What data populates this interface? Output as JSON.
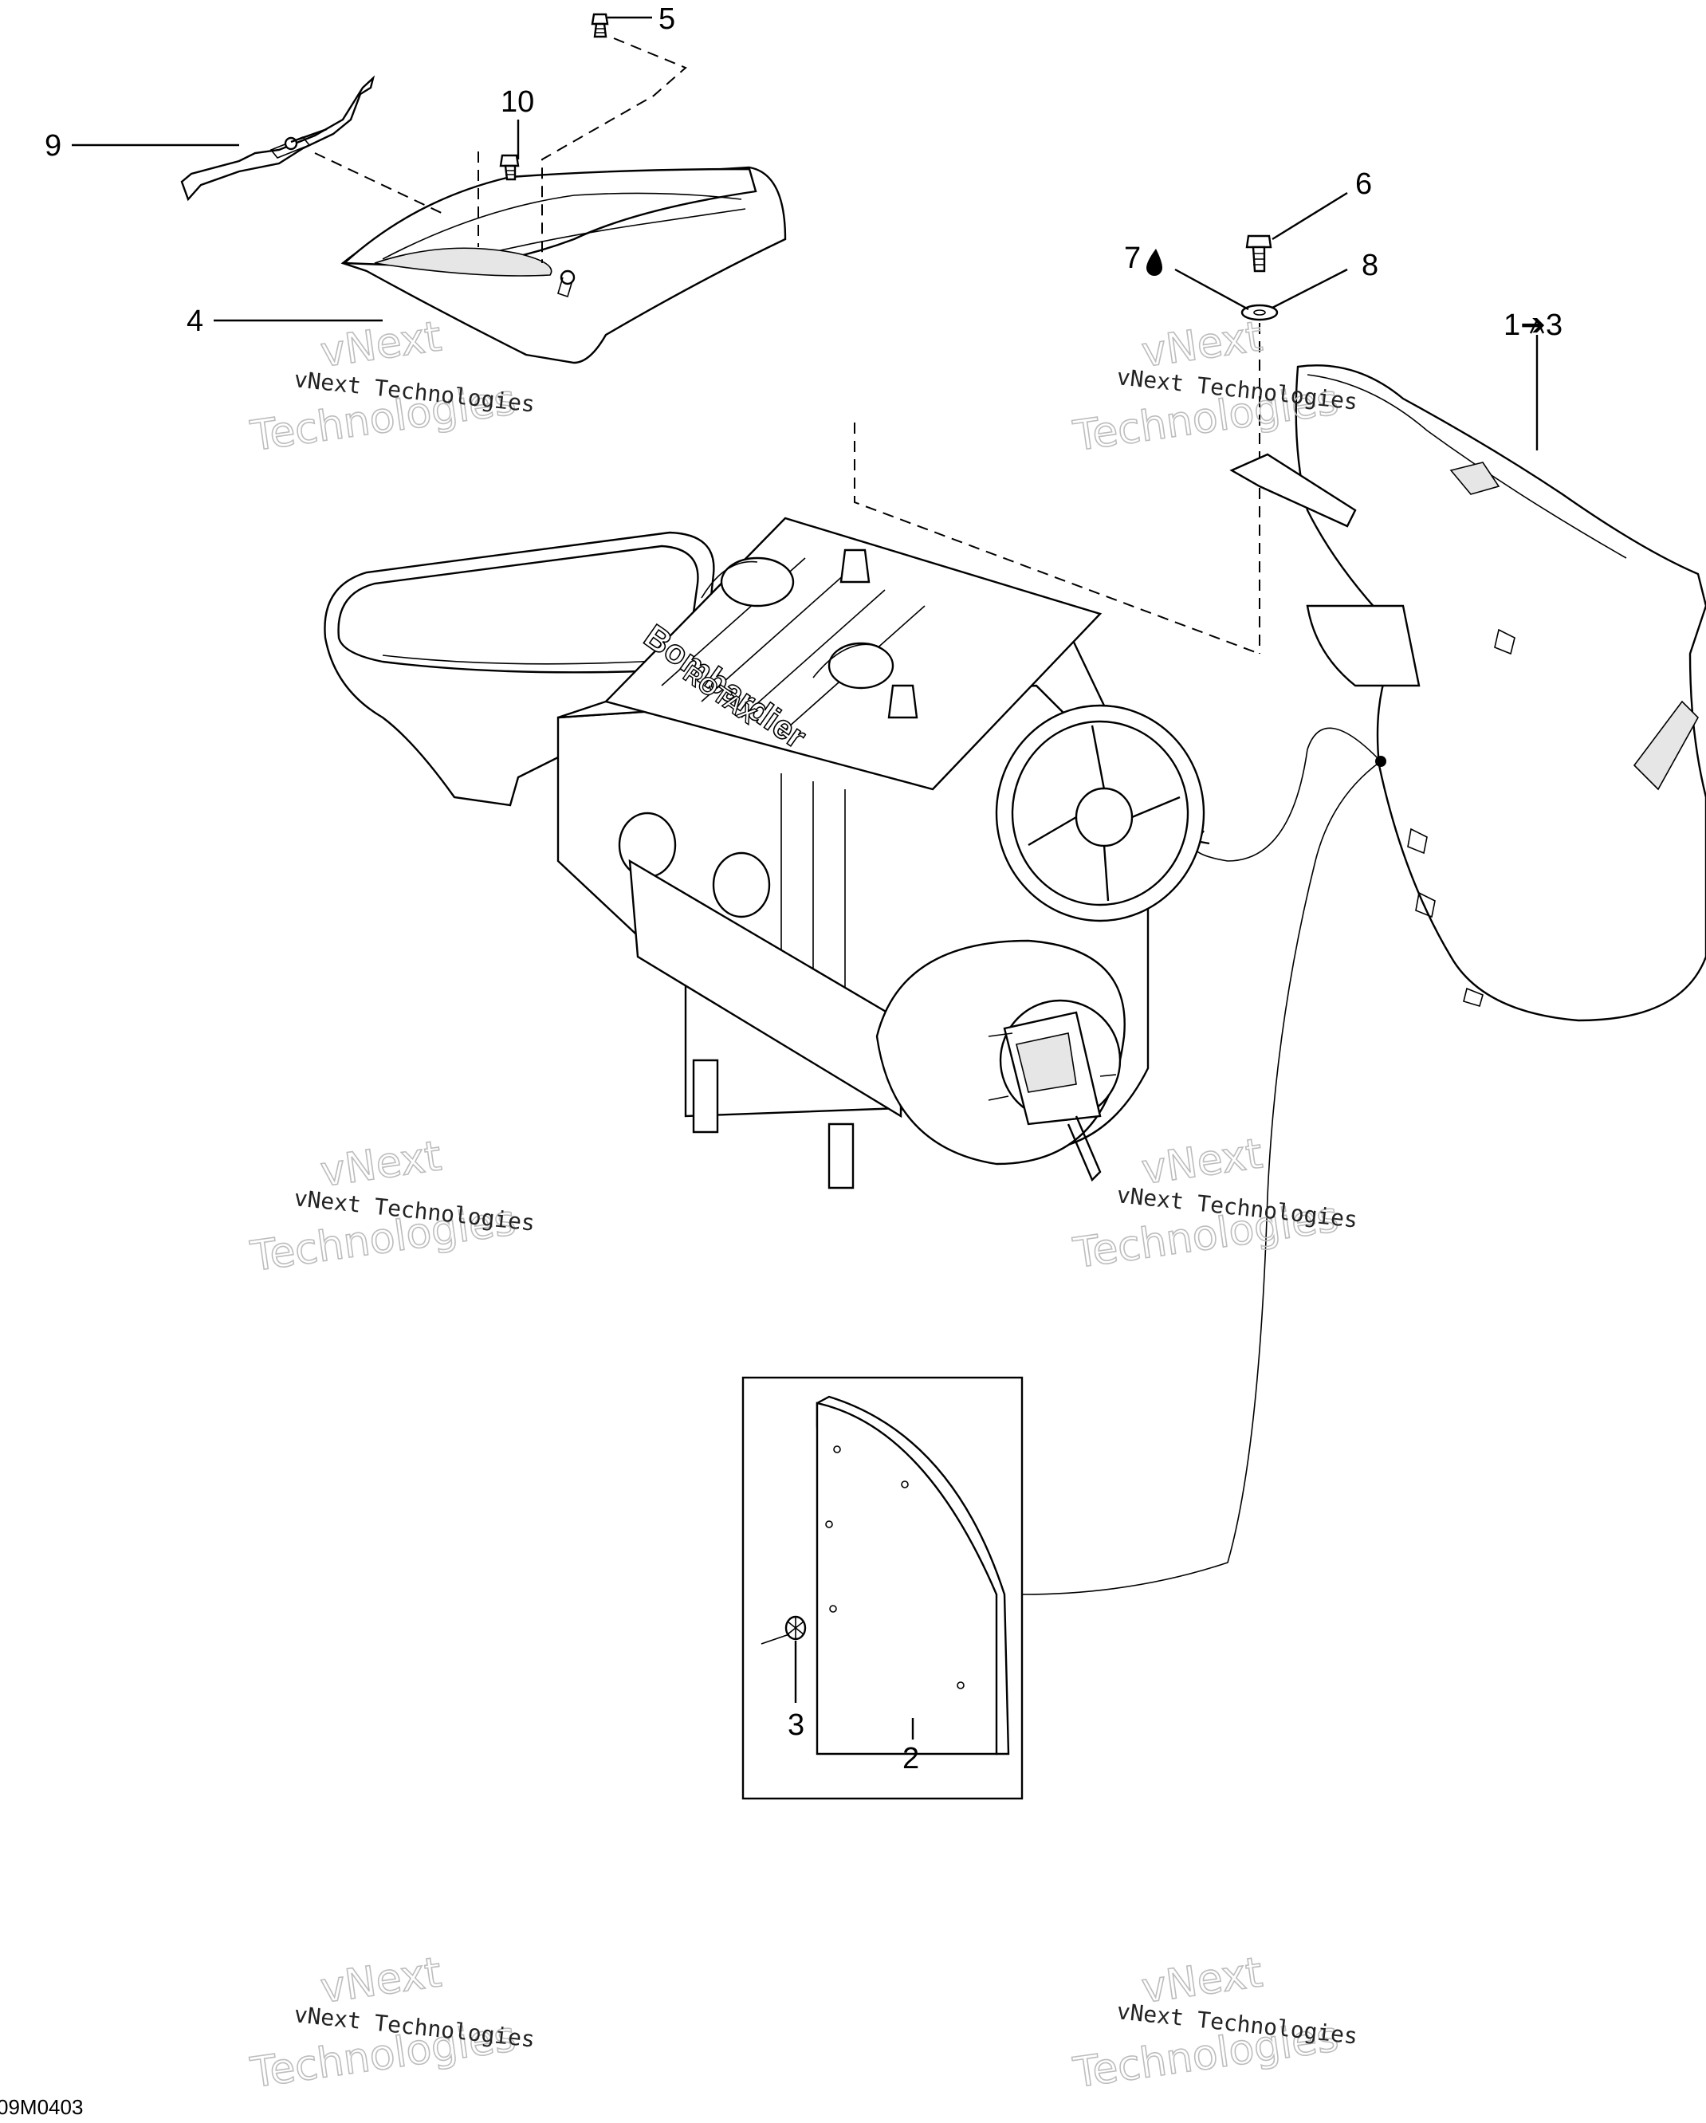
{
  "callouts": {
    "c5": "5",
    "c10": "10",
    "c9": "9",
    "c4": "4",
    "c6": "6",
    "c7": "7",
    "c8": "8",
    "c1to3": "1➔3",
    "c3": "3",
    "c2": "2"
  },
  "engine_branding": {
    "brand": "Bombardier",
    "sub_brand": "ROTAX"
  },
  "watermark": {
    "line1": "vNext Technologies",
    "big_top": "vNext",
    "big_bottom": "Technologies"
  },
  "figure_code": "09M0403",
  "colors": {
    "line": "#000000",
    "background": "#ffffff",
    "watermark": "#bdbdbd"
  },
  "icons": {
    "seven_marker": "oil-drop-icon"
  }
}
